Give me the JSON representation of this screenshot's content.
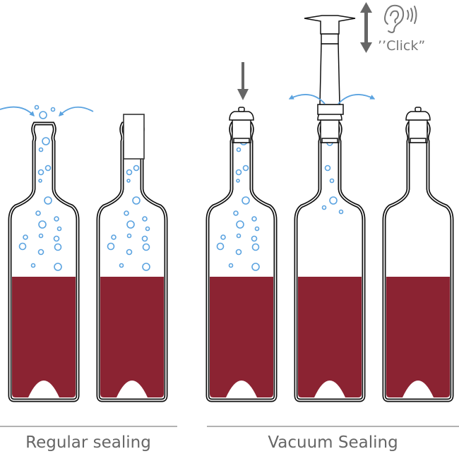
{
  "labels": {
    "regular": "Regular sealing",
    "vacuum": "Vacuum Sealing",
    "click": "’’Click”"
  },
  "colors": {
    "wine": "#8b2332",
    "bubble": "#5ba3e0",
    "arrow_gray": "#666666",
    "outline": "#111111"
  },
  "icons": [
    "blue-curved-arrow-icon",
    "down-arrow-icon",
    "double-arrow-icon",
    "ear-sound-icon"
  ]
}
